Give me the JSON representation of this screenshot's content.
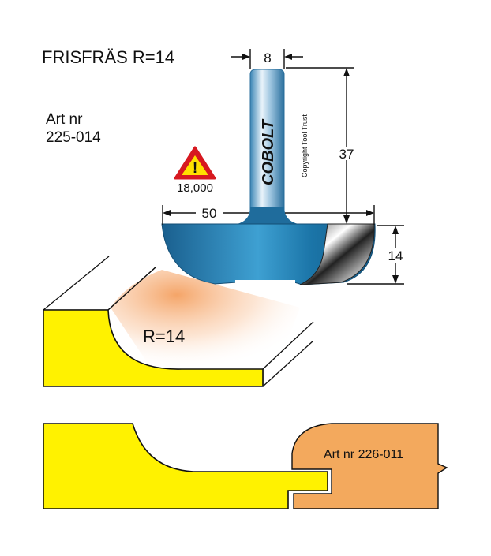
{
  "title": "FRISFRÄS R=14",
  "article": {
    "label": "Art nr",
    "number": "225-014"
  },
  "warning": {
    "speed": "18,000",
    "glyph": "!"
  },
  "dimensions": {
    "shank_diameter": "8",
    "total_height": "37",
    "cutter_diameter": "50",
    "cutter_height": "14"
  },
  "brand": "COBOLT",
  "copyright": "Copyright Tool Trust",
  "profile_radius_label": "R=14",
  "mating_profile_label": "Art nr 226-011",
  "colors": {
    "wood_yellow": "#FFF200",
    "wood_orange": "#F3A95D",
    "bit_blue": "#1B75A8",
    "warning_red": "#D71920",
    "warning_yellow": "#FFE100"
  }
}
